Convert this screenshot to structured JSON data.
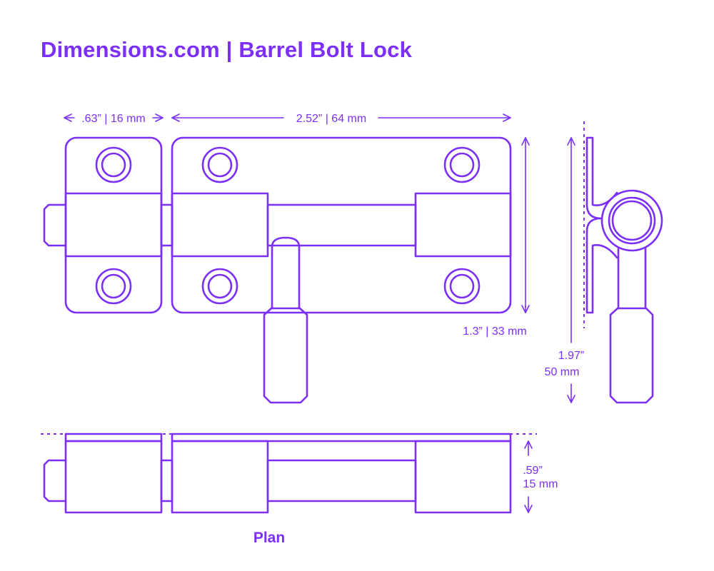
{
  "title": "Dimensions.com | Barrel Bolt Lock",
  "dimensions": {
    "keeper_width": ".63” | 16 mm",
    "plate_width": "2.52” | 64 mm",
    "plate_height": "1.3” | 33 mm",
    "total_height_in": "1.97”",
    "total_height_mm": "50 mm",
    "depth_in": ".59”",
    "depth_mm": "15 mm"
  },
  "views": {
    "plan_label": "Plan"
  },
  "colors": {
    "accent": "#7b2ff7",
    "background": "#ffffff"
  }
}
